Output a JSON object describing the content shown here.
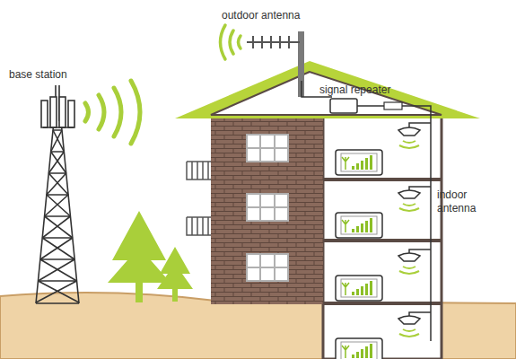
{
  "diagram": {
    "labels": [
      "base station",
      "outdoor antenna",
      "signal repeater",
      "indoor antenna"
    ]
  }
}
